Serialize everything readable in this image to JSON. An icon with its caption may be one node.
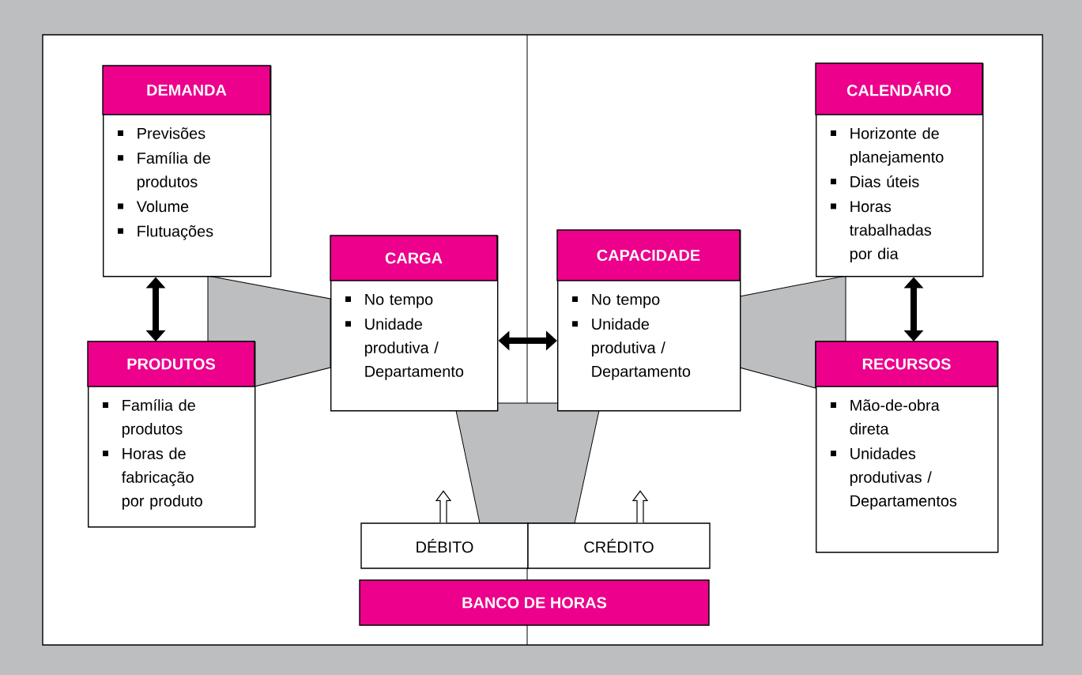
{
  "diagram": {
    "nodes": [
      {
        "text": [
          "DEMANDA",
          "Previsões",
          "Família de produtos",
          "Volume",
          "Flutuações"
        ]
      },
      {
        "text": [
          "PRODUTOS",
          "Família de produtos",
          "Horas de fabricação por produto"
        ]
      },
      {
        "text": [
          "CARGA",
          "No tempo",
          "Unidade produtiva / Departamento"
        ]
      },
      {
        "text": [
          "CAPACIDADE",
          "No tempo",
          "Unidade produtiva / Departamento"
        ]
      },
      {
        "text": [
          "CALENDÁRIO",
          "Horizonte de planejamento",
          "Dias úteis",
          "Horas trabalhadas por dia"
        ]
      },
      {
        "text": [
          "RECURSOS",
          "Mão-de-obra direta",
          "Unidades produtivas / Departamentos"
        ]
      },
      {
        "text": [
          "DÉBITO"
        ]
      },
      {
        "text": [
          "CRÉDITO"
        ]
      },
      {
        "text": [
          "BANCO DE HORAS"
        ]
      }
    ],
    "edges": [
      {
        "from": 0,
        "to": 1,
        "arrow": "both"
      },
      {
        "from": 2,
        "to": 3,
        "arrow": "both"
      },
      {
        "from": 4,
        "to": 5,
        "arrow": "both"
      },
      {
        "from": 6,
        "to": null,
        "arrow": "to"
      },
      {
        "from": 7,
        "to": null,
        "arrow": "to"
      }
    ]
  }
}
